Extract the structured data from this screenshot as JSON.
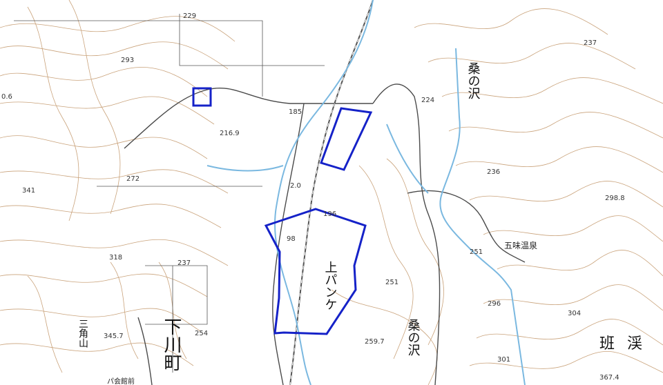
{
  "place_names": {
    "kuwanosawa_north": "桑の沢",
    "kuwanosawa_south": "桑の沢",
    "kami_panke": "上パンケ",
    "gomi_onsen": "五味温泉",
    "sankakuyama": "三角山",
    "shimokawa_cho": "下川町",
    "hankei": "班渓",
    "station_partial": "パ会館前"
  },
  "elevations": [
    "229",
    "293",
    "216.9",
    "185",
    "224",
    "237",
    "236",
    "298.8",
    "272",
    "341",
    "2.0",
    "196",
    "98",
    "251",
    "318",
    "237",
    "254",
    "251",
    "296",
    "304",
    "345.7",
    "259.7",
    "301",
    "367.4",
    "0.6"
  ],
  "colors": {
    "highlight": "#1522c8",
    "contour": "#c9a27a",
    "water": "#7ab8e0",
    "road": "#4a4a4a",
    "rail": "#555555"
  }
}
